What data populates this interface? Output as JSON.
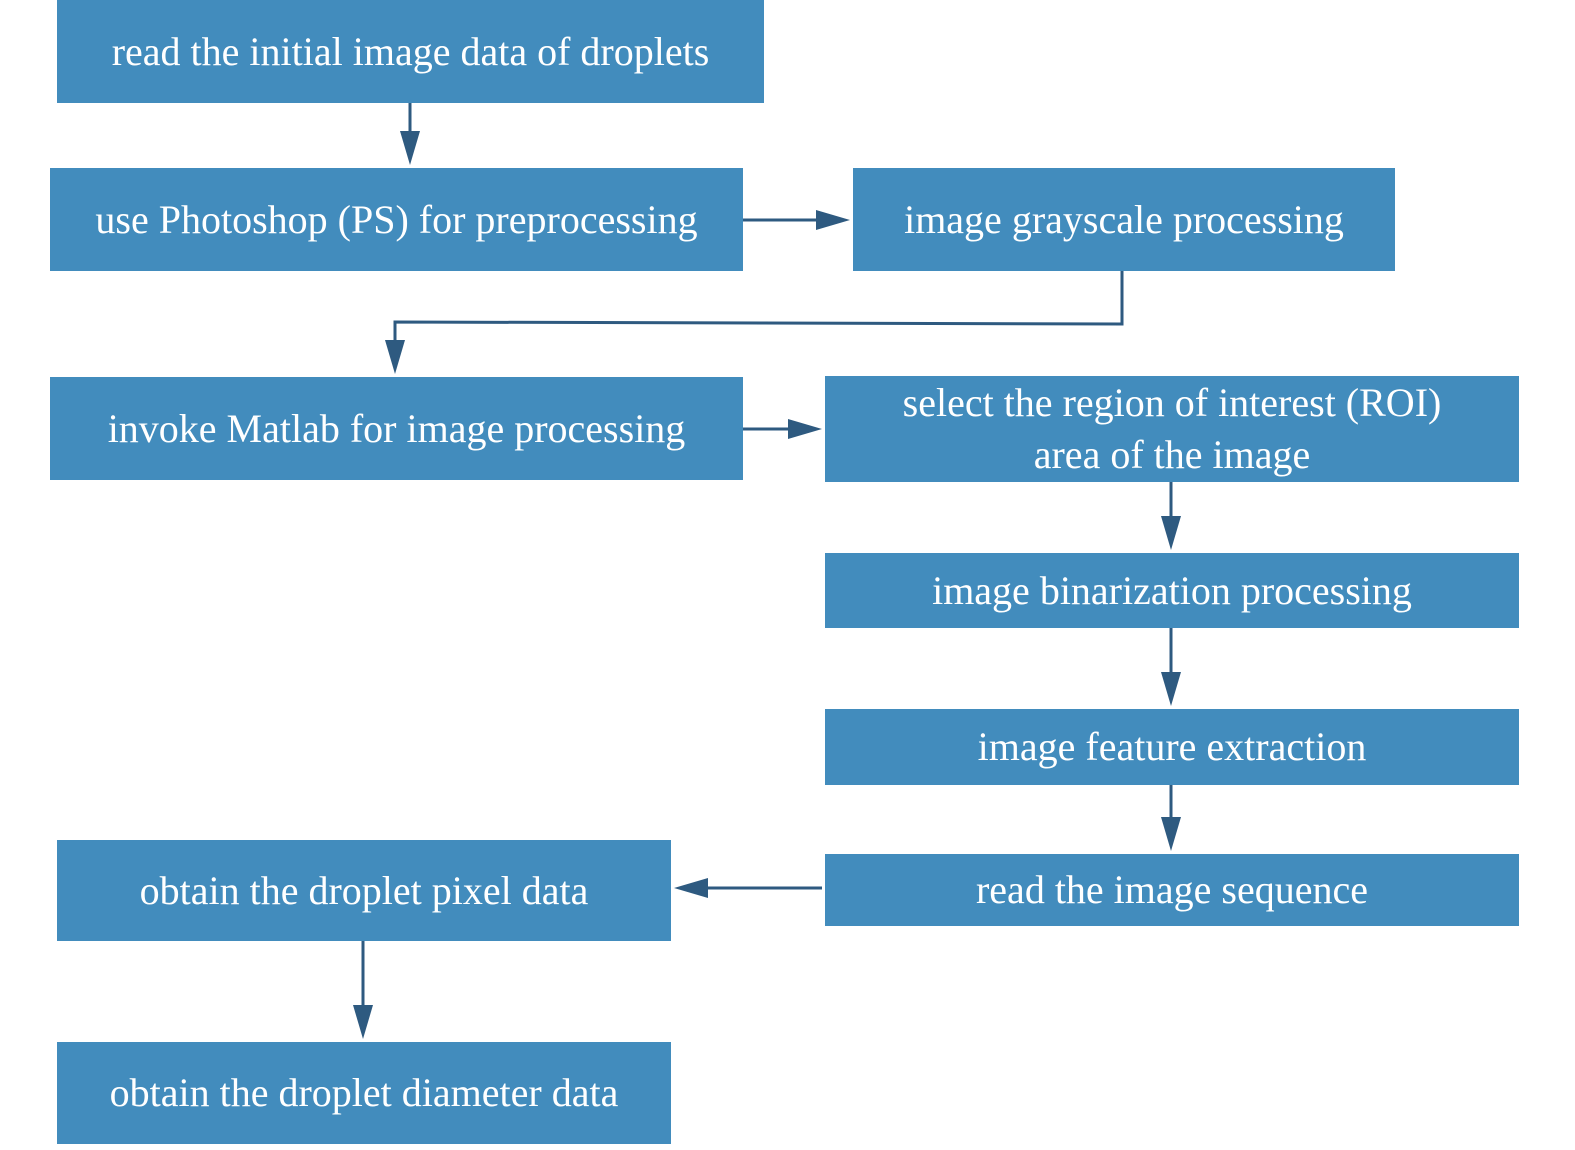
{
  "diagram": {
    "colors": {
      "node_fill": "#428cbd",
      "node_text": "#ffffff",
      "edge": "#2e5a80"
    },
    "nodes": [
      {
        "id": "read-initial",
        "text": "read the initial image data of droplets"
      },
      {
        "id": "photoshop",
        "text": "use Photoshop (PS) for preprocessing"
      },
      {
        "id": "grayscale",
        "text": "image grayscale processing"
      },
      {
        "id": "matlab",
        "text": "invoke Matlab for image processing"
      },
      {
        "id": "roi",
        "text": "select the region of interest (ROI)\narea of the image"
      },
      {
        "id": "binarization",
        "text": "image binarization processing"
      },
      {
        "id": "feature",
        "text": "image feature extraction"
      },
      {
        "id": "sequence",
        "text": "read the image sequence"
      },
      {
        "id": "pixel",
        "text": "obtain the droplet pixel data"
      },
      {
        "id": "diameter",
        "text": "obtain the droplet diameter data"
      }
    ],
    "edges": [
      {
        "from": "read-initial",
        "to": "photoshop"
      },
      {
        "from": "photoshop",
        "to": "grayscale"
      },
      {
        "from": "grayscale",
        "to": "matlab"
      },
      {
        "from": "matlab",
        "to": "roi"
      },
      {
        "from": "roi",
        "to": "binarization"
      },
      {
        "from": "binarization",
        "to": "feature"
      },
      {
        "from": "feature",
        "to": "sequence"
      },
      {
        "from": "sequence",
        "to": "pixel"
      },
      {
        "from": "pixel",
        "to": "diameter"
      }
    ]
  }
}
